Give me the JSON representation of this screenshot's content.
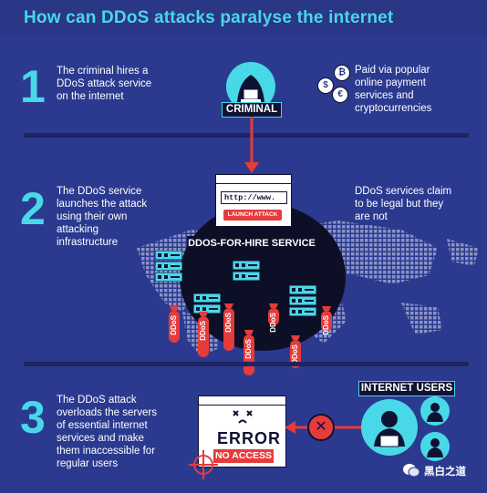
{
  "header": {
    "title": "How can DDoS attacks paralyse the internet"
  },
  "step1": {
    "number": "1",
    "text": [
      "The criminal hires a",
      "DDoS attack service",
      "on the internet"
    ],
    "criminal_label": "CRIMINAL",
    "payment_text": [
      "Paid via popular",
      "online payment",
      "services and",
      "cryptocurrencies"
    ],
    "coin_symbols": [
      "₿",
      "$",
      "€"
    ]
  },
  "step2": {
    "number": "2",
    "text": [
      "The DDoS service",
      "launches the attack",
      "using their own",
      "attacking",
      "infrastructure"
    ],
    "legal_text": [
      "DDoS services claim",
      "to be legal but they",
      "are not"
    ],
    "url": "http://www.",
    "launch_button": "LAUNCH ATTACK",
    "service_label": "DDOS-FOR-HIRE SERVICE",
    "bomb_label": "DDoS"
  },
  "step3": {
    "number": "3",
    "text": [
      "The DDoS attack",
      "overloads the servers",
      "of essential internet",
      "services and make",
      "them inaccessible for",
      "regular users"
    ],
    "error_title": "ERROR",
    "no_access": "NO ACCESS",
    "users_label": "INTERNET USERS"
  },
  "watermark": {
    "text": "黑白之道"
  },
  "colors": {
    "background": "#2b3a8f",
    "accent": "#48d8e8",
    "danger": "#e63b3b",
    "dark": "#0f1233"
  }
}
